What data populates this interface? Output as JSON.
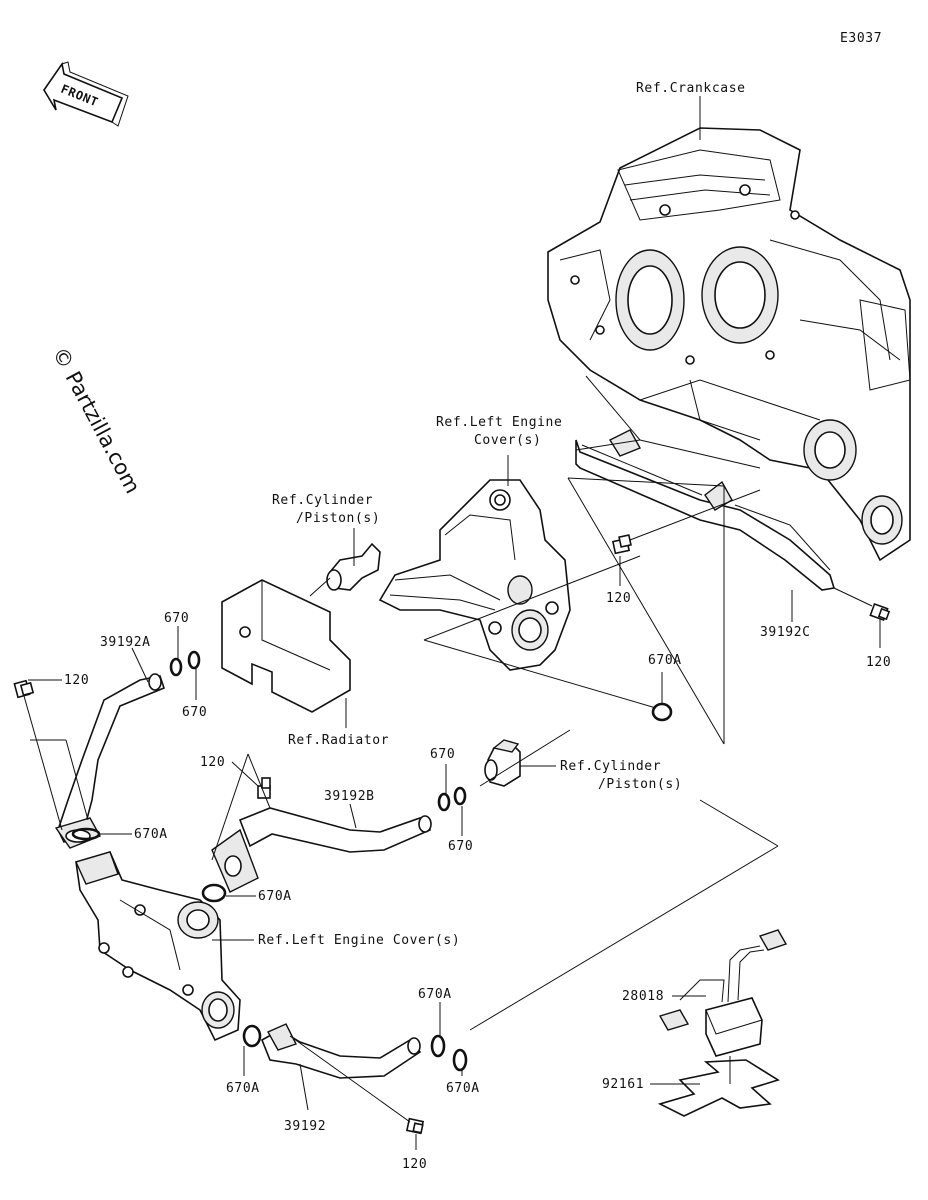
{
  "diagram_code": "E3037",
  "front_label": "FRONT",
  "watermark": "© Partzilla.com",
  "labels": {
    "ref_crankcase": "Ref.Crankcase",
    "ref_left_engine_cover_top_1": "Ref.Left Engine",
    "ref_left_engine_cover_top_2": "Cover(s)",
    "ref_cylinder_top_1": "Ref.Cylinder",
    "ref_cylinder_top_2": "/Piston(s)",
    "ref_radiator": "Ref.Radiator",
    "ref_cylinder_mid_1": "Ref.Cylinder",
    "ref_cylinder_mid_2": "/Piston(s)",
    "ref_left_engine_cover_bottom": "Ref.Left Engine Cover(s)",
    "p670_a": "670",
    "p670_b": "670",
    "p39192a": "39192A",
    "p120_a": "120",
    "p120_b": "120",
    "p39192c": "39192C",
    "p120_c": "120",
    "p670a_a": "670A",
    "p120_d": "120",
    "p39192b": "39192B",
    "p670_c": "670",
    "p670_d": "670",
    "p670a_b": "670A",
    "p670a_c": "670A",
    "p670a_d": "670A",
    "p670a_e": "670A",
    "p670a_f": "670A",
    "p39192": "39192",
    "p120_e": "120",
    "p28018": "28018",
    "p92161": "92161"
  }
}
